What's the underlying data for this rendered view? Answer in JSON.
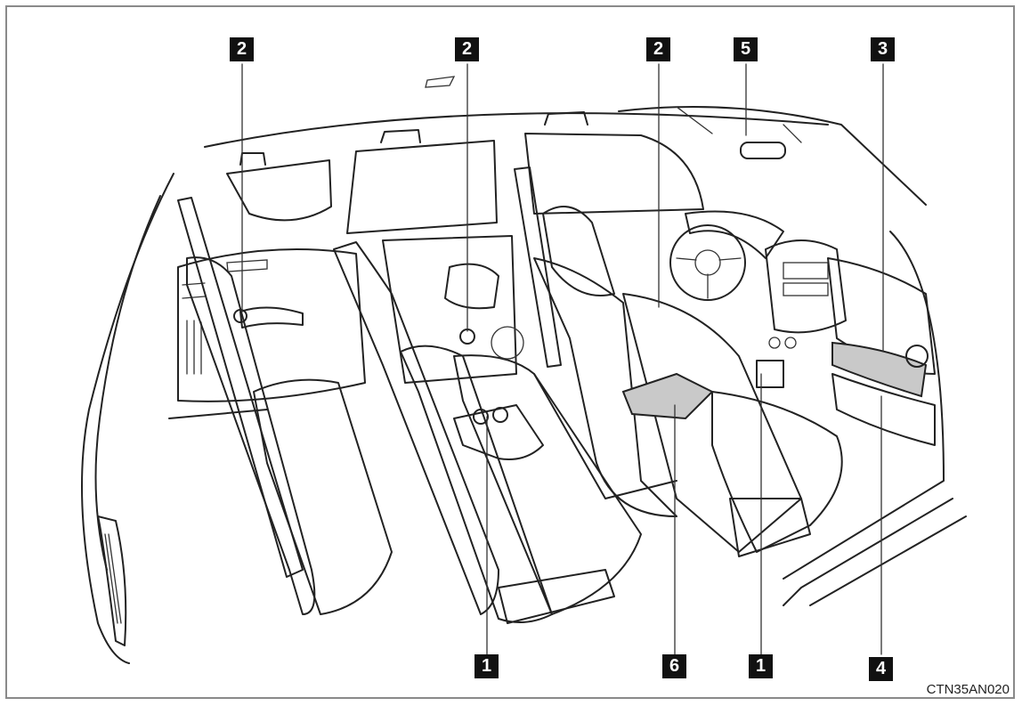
{
  "callouts": [
    {
      "id": "c2a",
      "label": "2"
    },
    {
      "id": "c2b",
      "label": "2"
    },
    {
      "id": "c2c",
      "label": "2"
    },
    {
      "id": "c5",
      "label": "5"
    },
    {
      "id": "c3",
      "label": "3"
    },
    {
      "id": "c1a",
      "label": "1"
    },
    {
      "id": "c6",
      "label": "6"
    },
    {
      "id": "c1b",
      "label": "1"
    },
    {
      "id": "c4",
      "label": "4"
    }
  ],
  "figure_code": "CTN35AN020",
  "colors": {
    "label_bg": "#111111",
    "line": "#222222",
    "highlight": "#c9c9c9"
  }
}
